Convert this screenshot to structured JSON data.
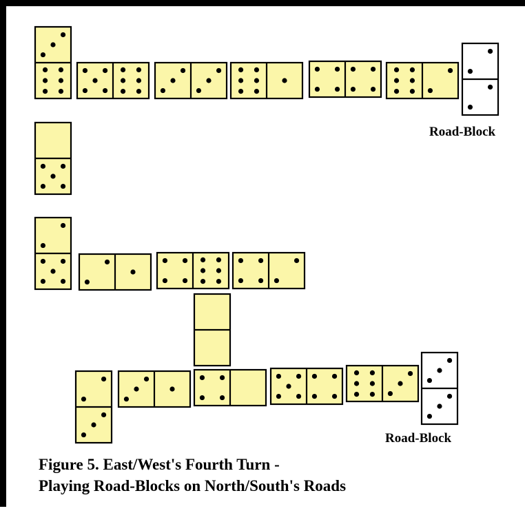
{
  "figure": {
    "caption_line1": "Figure 5. East/West's Fourth Turn -",
    "caption_line2": "Playing Road-Blocks on North/South's Roads",
    "road_block_label": "Road-Block"
  },
  "colors": {
    "domino_fill": "#fbf6a9",
    "road_block_fill": "#ffffff",
    "outline": "#000000",
    "frame": "#000000"
  },
  "dominoes": [
    {
      "id": "d1",
      "ends": [
        3,
        6
      ],
      "road_block": false
    },
    {
      "id": "d2",
      "ends": [
        5,
        6
      ],
      "road_block": false
    },
    {
      "id": "d3",
      "ends": [
        3,
        3
      ],
      "road_block": false
    },
    {
      "id": "d4",
      "ends": [
        6,
        1
      ],
      "road_block": false
    },
    {
      "id": "d5",
      "ends": [
        4,
        4
      ],
      "road_block": false
    },
    {
      "id": "d6",
      "ends": [
        6,
        2
      ],
      "road_block": false
    },
    {
      "id": "d7",
      "ends": [
        2,
        2
      ],
      "road_block": true
    },
    {
      "id": "d8",
      "ends": [
        0,
        5
      ],
      "road_block": false
    },
    {
      "id": "d9",
      "ends": [
        2,
        5
      ],
      "road_block": false
    },
    {
      "id": "d10",
      "ends": [
        2,
        1
      ],
      "road_block": false
    },
    {
      "id": "d11",
      "ends": [
        4,
        6
      ],
      "road_block": false
    },
    {
      "id": "d12",
      "ends": [
        4,
        2
      ],
      "road_block": false
    },
    {
      "id": "d13",
      "ends": [
        0,
        0
      ],
      "road_block": false
    },
    {
      "id": "d14",
      "ends": [
        2,
        3
      ],
      "road_block": false
    },
    {
      "id": "d15",
      "ends": [
        3,
        1
      ],
      "road_block": false
    },
    {
      "id": "d16",
      "ends": [
        4,
        0
      ],
      "road_block": false
    },
    {
      "id": "d17",
      "ends": [
        5,
        4
      ],
      "road_block": false
    },
    {
      "id": "d18",
      "ends": [
        6,
        3
      ],
      "road_block": false
    },
    {
      "id": "d19",
      "ends": [
        3,
        3
      ],
      "road_block": true
    }
  ]
}
